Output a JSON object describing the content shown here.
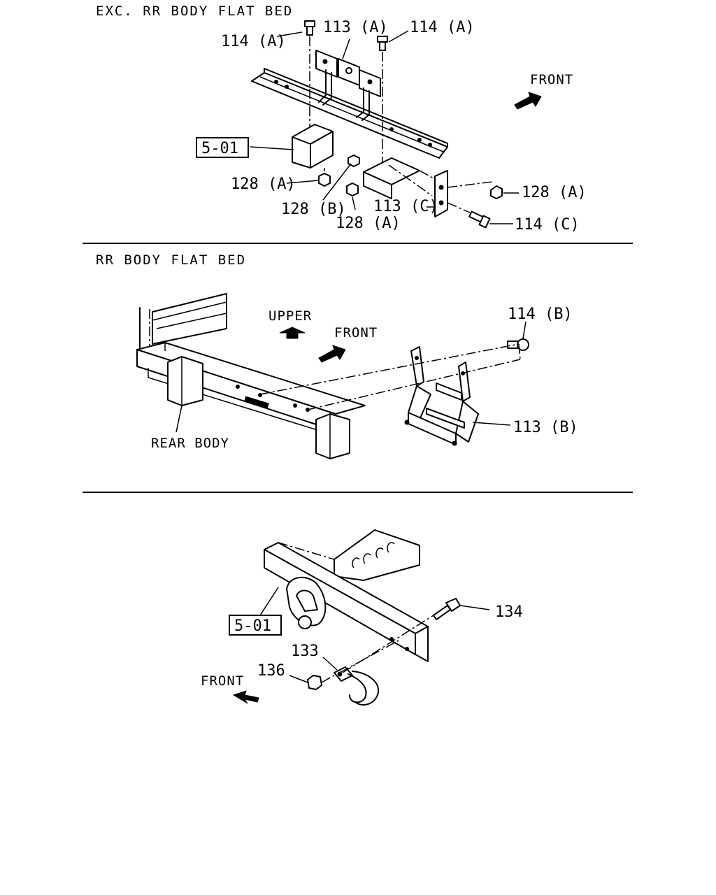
{
  "sections": [
    {
      "title": "EXC. RR BODY FLAT BED",
      "labels": {
        "p114a_left": "114 (A)",
        "p113a": "113 (A)",
        "p114a_right": "114 (A)",
        "front": "FRONT",
        "ref501": "5-01",
        "p128a_left": "128 (A)",
        "p128b": "128 (B)",
        "p113c": "113 (C)",
        "p128a_mid": "128 (A)",
        "p128a_right": "128 (A)",
        "p114c": "114 (C)"
      }
    },
    {
      "title": "RR BODY FLAT BED",
      "labels": {
        "upper": "UPPER",
        "front": "FRONT",
        "p114b": "114 (B)",
        "rear_body": "REAR BODY",
        "p113b": "113 (B)"
      }
    },
    {
      "title": "",
      "labels": {
        "ref501": "5-01",
        "p134": "134",
        "p133": "133",
        "p136": "136",
        "front": "FRONT"
      }
    }
  ],
  "icons": [
    "arrow-front-icon",
    "arrow-upper-icon"
  ]
}
